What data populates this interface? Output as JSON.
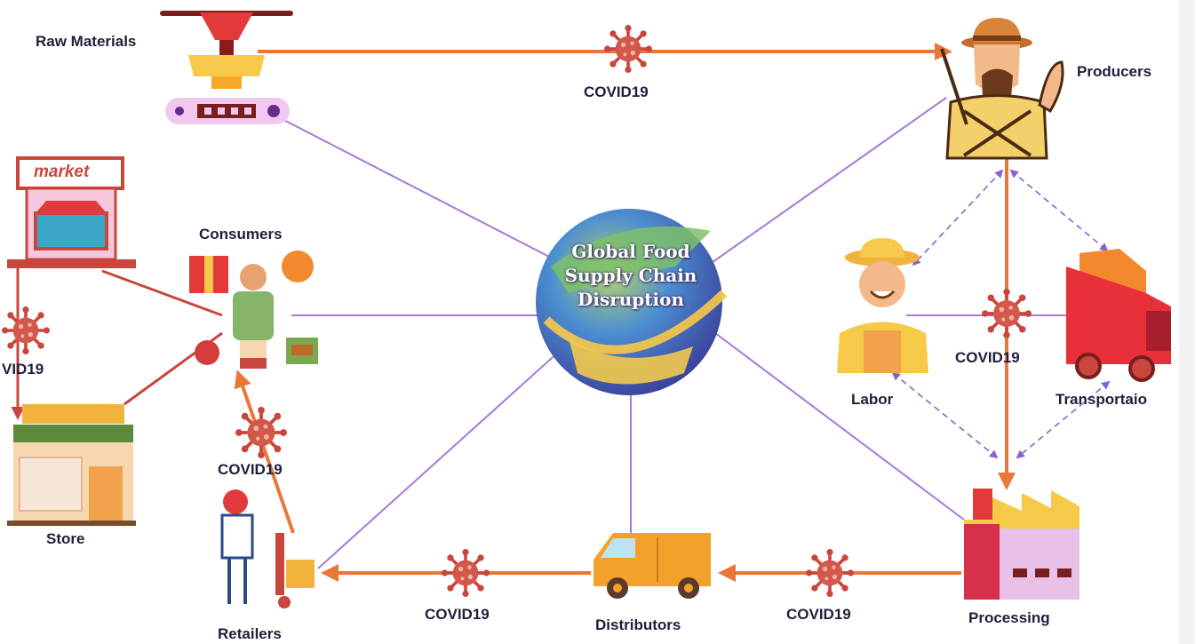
{
  "center": {
    "line1": "Global Food",
    "line2": "Supply Chain",
    "line3": "Disruption"
  },
  "nodes": {
    "raw_materials": "Raw Materials",
    "producers": "Producers",
    "consumers": "Consumers",
    "market": "market",
    "store": "Store",
    "labor": "Labor",
    "transportation": "Transportaio",
    "retailers": "Retailers",
    "distributors": "Distributors",
    "processing": "Processing"
  },
  "virus_labels": {
    "top": "COVID19",
    "left": "VID19",
    "right_middle": "COVID19",
    "retailers": "COVID19",
    "bottom_left": "COVID19",
    "bottom_right": "COVID19"
  },
  "colors": {
    "flow_arrow": "#e9773a",
    "spoke_line": "#a77ad6",
    "dashed_link": "#8a62d0",
    "virus": "#c9463d",
    "text": "#1f1f3a"
  }
}
